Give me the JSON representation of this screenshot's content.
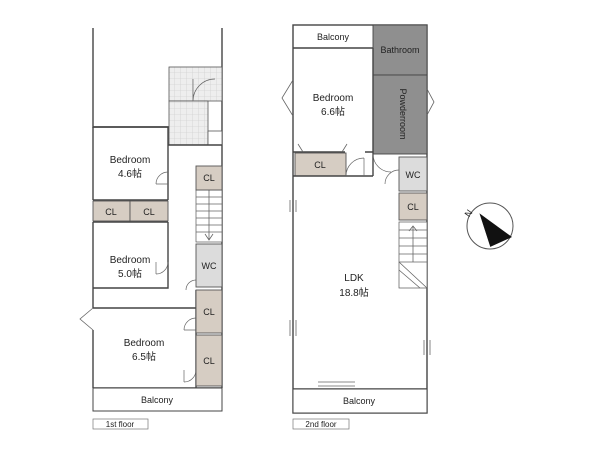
{
  "floors": [
    {
      "caption": "1st floor",
      "rooms": [
        {
          "name": "Bedroom",
          "size": "4.6帖"
        },
        {
          "name": "Bedroom",
          "size": "5.0帖"
        },
        {
          "name": "Bedroom",
          "size": "6.5帖"
        }
      ],
      "closets": [
        "CL",
        "CL",
        "CL",
        "CL",
        "CL"
      ],
      "wc": "WC",
      "balcony": "Balcony"
    },
    {
      "caption": "2nd floor",
      "balcony_top": "Balcony",
      "bathroom": "Bathroom",
      "powder_room": "Powderroom",
      "bedroom": {
        "name": "Bedroom",
        "size": "6.6帖"
      },
      "closets": [
        "CL",
        "CL"
      ],
      "wc": "WC",
      "ldk": {
        "name": "LDK",
        "size": "18.8帖"
      },
      "balcony_bottom": "Balcony"
    }
  ],
  "compass": {
    "label": "N"
  },
  "colors": {
    "closet": "#d6cdc3",
    "wet_room": "#8f8f8f",
    "wc": "#dcdcdc",
    "tile": "#e4e4e4"
  }
}
